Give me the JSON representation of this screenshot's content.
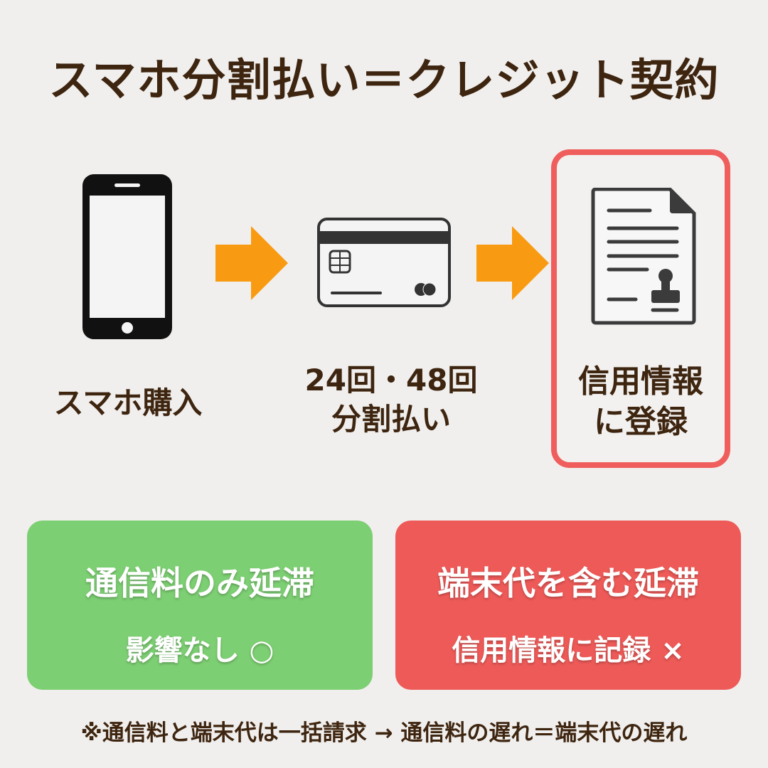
{
  "title": "スマホ分割払い＝クレジット契約",
  "flow": {
    "steps": [
      {
        "icon": "smartphone-icon",
        "lines": [
          "スマホ購入"
        ]
      },
      {
        "icon": "credit-card-icon",
        "lines": [
          "24回・48回",
          "分割払い"
        ]
      },
      {
        "icon": "contract-document-icon",
        "lines": [
          "信用情報",
          "に登録"
        ],
        "highlighted": true
      }
    ],
    "arrow_color": "#f99b12",
    "highlight_border_color": "#ef5e5c"
  },
  "panels": [
    {
      "heading": "通信料のみ延滞",
      "result": "影響なし ○",
      "color": "#7dcf73"
    },
    {
      "heading": "端末代を含む延滞",
      "result": "信用情報に記録 ×",
      "color": "#ee5a58"
    }
  ],
  "footnote": "※通信料と端末代は一括請求 → 通信料の遅れ＝端末代の遅れ",
  "colors": {
    "background": "#f0efed",
    "text": "#3e2510"
  }
}
